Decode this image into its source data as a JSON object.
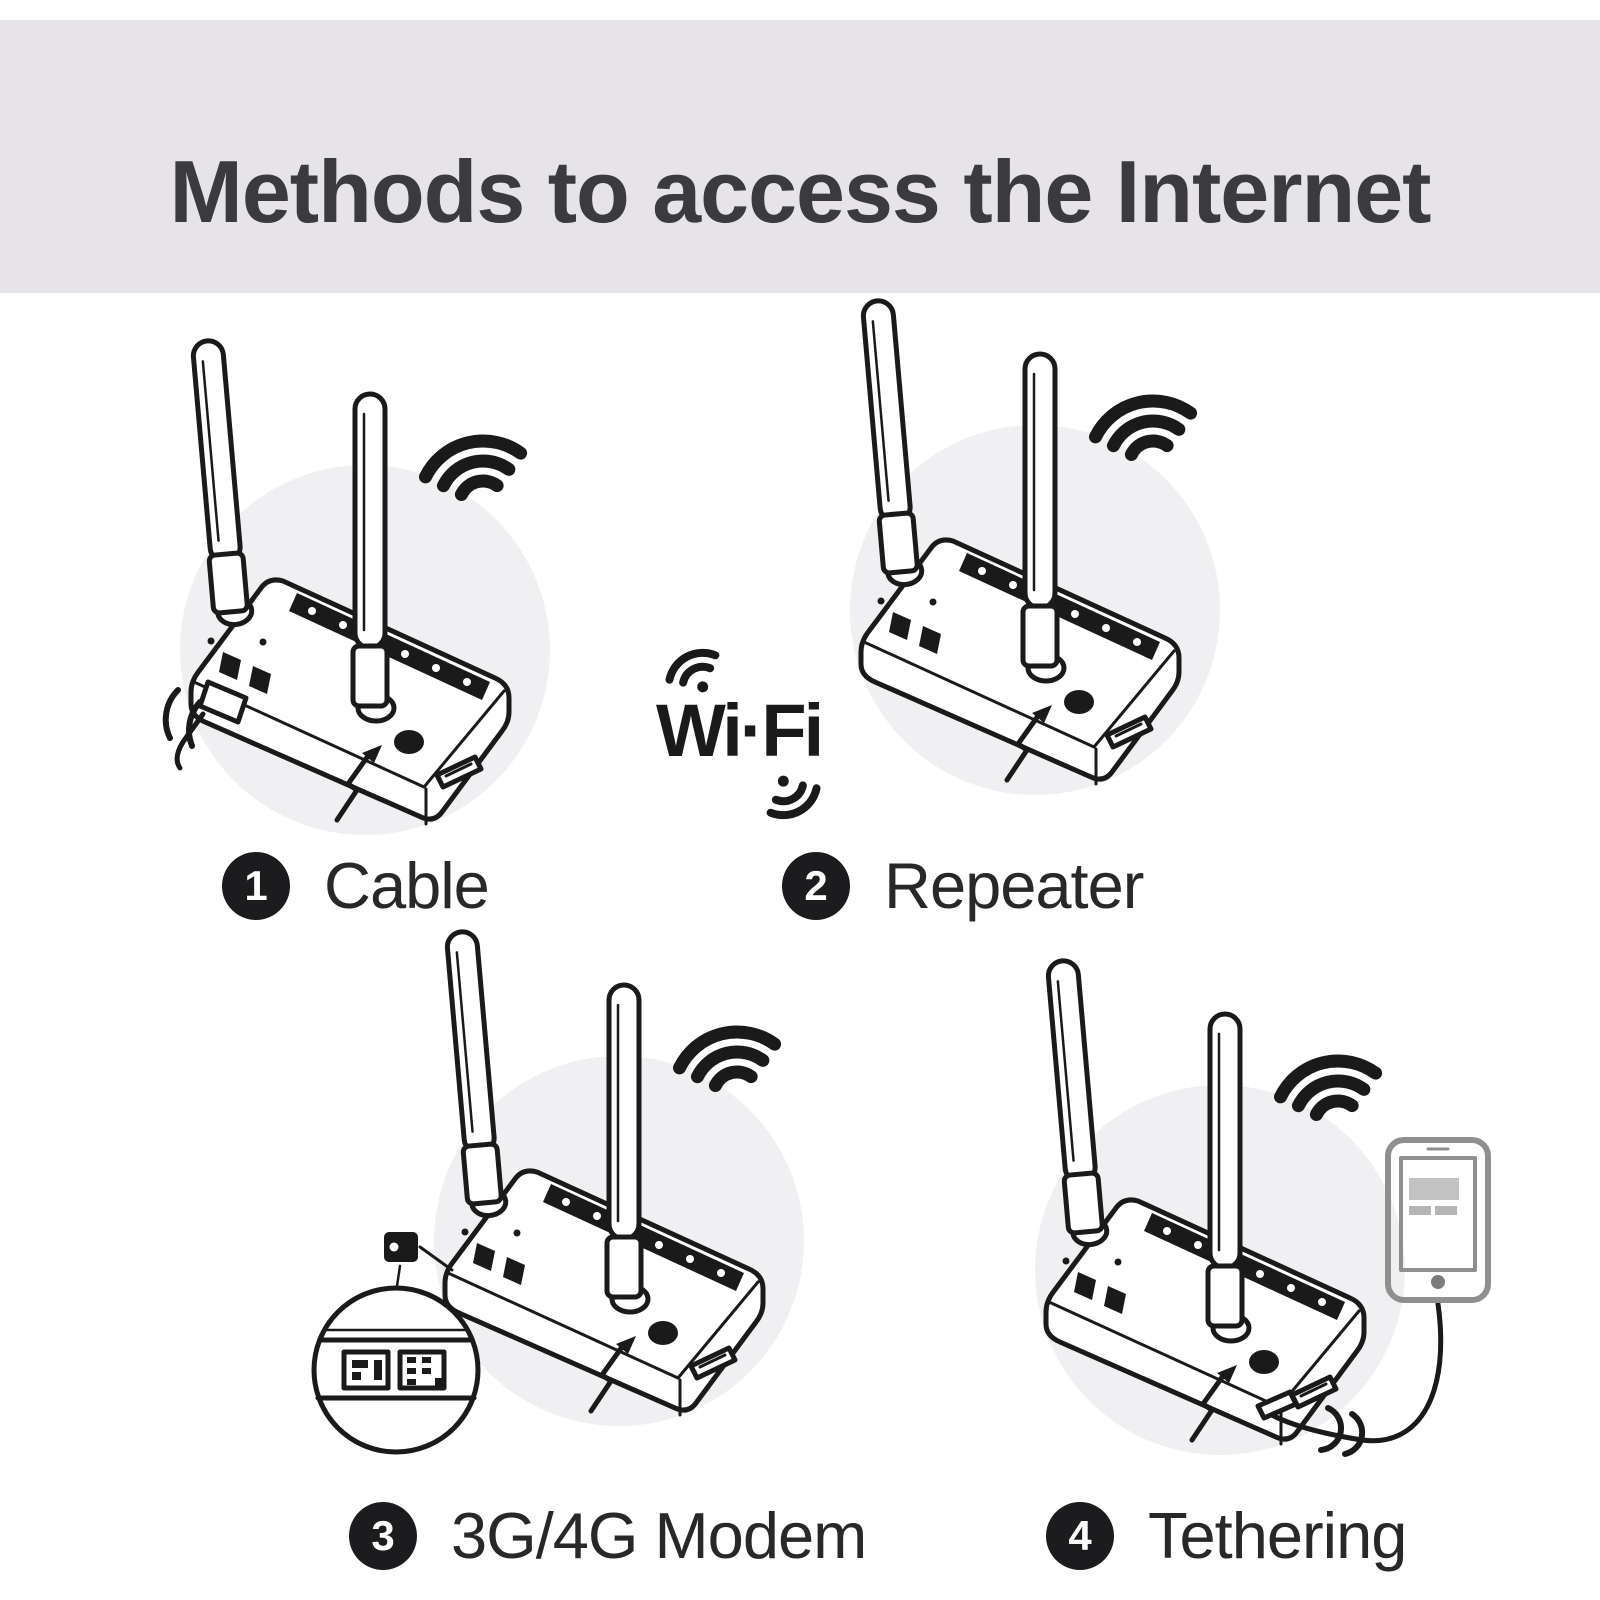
{
  "header": {
    "title": "Methods to access the Internet"
  },
  "methods": [
    {
      "number": "1",
      "label": "Cable"
    },
    {
      "number": "2",
      "label": "Repeater"
    },
    {
      "number": "3",
      "label": "3G/4G Modem"
    },
    {
      "number": "4",
      "label": "Tethering"
    }
  ],
  "wifi_logo_text": "Wi·Fi",
  "colors": {
    "banner-bg": "#e6e4e8",
    "title-ink": "#3b3a3e",
    "line-ink": "#1a1a1a",
    "badge-bg": "#1c1c1e",
    "badge-text": "#ffffff",
    "label-ink": "#282828",
    "circle-bg": "#f0eff1",
    "phone-gray": "#8f8f8f",
    "screen-block": "#c2c2c2"
  }
}
